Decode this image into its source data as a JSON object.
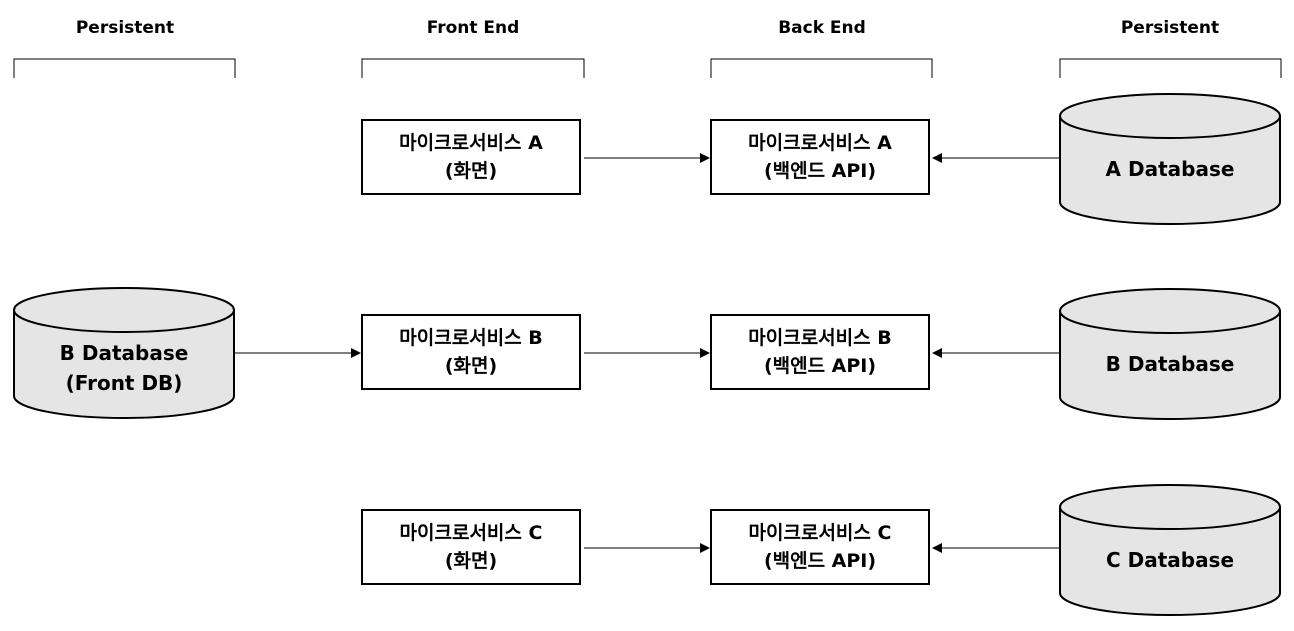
{
  "columns": {
    "persistent_left": "Persistent",
    "front_end": "Front End",
    "back_end": "Back End",
    "persistent_right": "Persistent"
  },
  "frontend": [
    {
      "name": "마이크로서비스 A",
      "sub": "(화면)"
    },
    {
      "name": "마이크로서비스 B",
      "sub": "(화면)"
    },
    {
      "name": "마이크로서비스 C",
      "sub": "(화면)"
    }
  ],
  "backend": [
    {
      "name": "마이크로서비스 A",
      "sub": "(백엔드 API)"
    },
    {
      "name": "마이크로서비스 B",
      "sub": "(백엔드 API)"
    },
    {
      "name": "마이크로서비스 C",
      "sub": "(백엔드 API)"
    }
  ],
  "databases_right": [
    {
      "label": "A Database"
    },
    {
      "label": "B Database"
    },
    {
      "label": "C Database"
    }
  ],
  "database_left": {
    "label": "B Database",
    "sub": "(Front DB)"
  }
}
